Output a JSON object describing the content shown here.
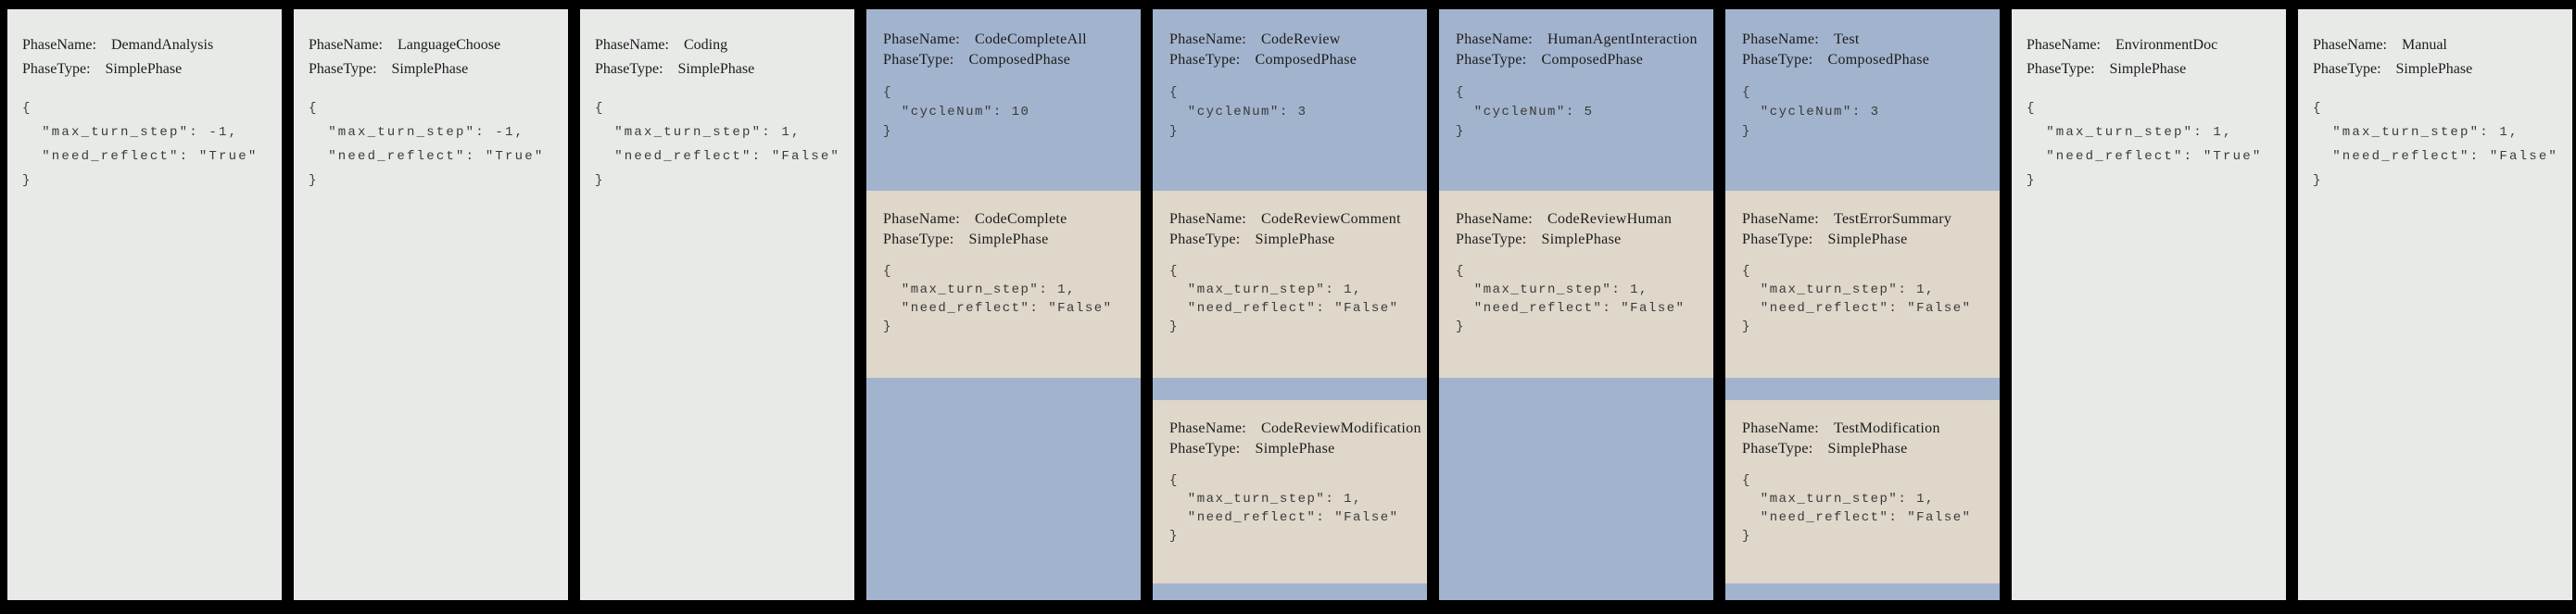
{
  "labels": {
    "phase_name": "PhaseName:",
    "phase_type": "PhaseType:"
  },
  "palette": {
    "canvas_background": "#000000",
    "simple_phase_card": "#e8eae8",
    "composed_phase_card": "#a2b3cd",
    "sub_phase_card": "#ded7ca",
    "label_text": "#1b1b1b",
    "code_text": "#3a3a3a"
  },
  "cards": [
    {
      "phase_name": "DemandAnalysis",
      "phase_type": "SimplePhase",
      "config": "{\n  \"max_turn_step\": -1,\n  \"need_reflect\": \"True\"\n}"
    },
    {
      "phase_name": "LanguageChoose",
      "phase_type": "SimplePhase",
      "config": "{\n  \"max_turn_step\": -1,\n  \"need_reflect\": \"True\"\n}"
    },
    {
      "phase_name": "Coding",
      "phase_type": "SimplePhase",
      "config": "{\n  \"max_turn_step\": 1,\n  \"need_reflect\": \"False\"\n}"
    },
    {
      "phase_name": "CodeCompleteAll",
      "phase_type": "ComposedPhase",
      "config": "{\n  \"cycleNum\": 10\n}",
      "sub_phases": [
        {
          "phase_name": "CodeComplete",
          "phase_type": "SimplePhase",
          "config": "{\n  \"max_turn_step\": 1,\n  \"need_reflect\": \"False\"\n}"
        }
      ]
    },
    {
      "phase_name": "CodeReview",
      "phase_type": "ComposedPhase",
      "config": "{\n  \"cycleNum\": 3\n}",
      "sub_phases": [
        {
          "phase_name": "CodeReviewComment",
          "phase_type": "SimplePhase",
          "config": "{\n  \"max_turn_step\": 1,\n  \"need_reflect\": \"False\"\n}"
        },
        {
          "phase_name": "CodeReviewModification",
          "phase_type": "SimplePhase",
          "config": "{\n  \"max_turn_step\": 1,\n  \"need_reflect\": \"False\"\n}"
        }
      ]
    },
    {
      "phase_name": "HumanAgentInteraction",
      "phase_type": "ComposedPhase",
      "config": "{\n  \"cycleNum\": 5\n}",
      "sub_phases": [
        {
          "phase_name": "CodeReviewHuman",
          "phase_type": "SimplePhase",
          "config": "{\n  \"max_turn_step\": 1,\n  \"need_reflect\": \"False\"\n}"
        }
      ]
    },
    {
      "phase_name": "Test",
      "phase_type": "ComposedPhase",
      "config": "{\n  \"cycleNum\": 3\n}",
      "sub_phases": [
        {
          "phase_name": "TestErrorSummary",
          "phase_type": "SimplePhase",
          "config": "{\n  \"max_turn_step\": 1,\n  \"need_reflect\": \"False\"\n}"
        },
        {
          "phase_name": "TestModification",
          "phase_type": "SimplePhase",
          "config": "{\n  \"max_turn_step\": 1,\n  \"need_reflect\": \"False\"\n}"
        }
      ]
    },
    {
      "phase_name": "EnvironmentDoc",
      "phase_type": "SimplePhase",
      "config": "{\n  \"max_turn_step\": 1,\n  \"need_reflect\": \"True\"\n}"
    },
    {
      "phase_name": "Manual",
      "phase_type": "SimplePhase",
      "config": "{\n  \"max_turn_step\": 1,\n  \"need_reflect\": \"False\"\n}"
    }
  ]
}
